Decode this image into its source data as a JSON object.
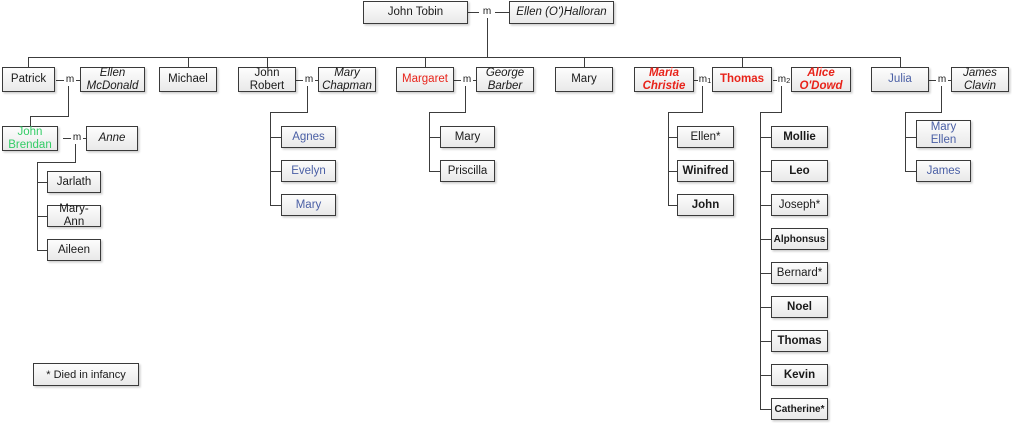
{
  "legend": {
    "text": "* Died in infancy"
  },
  "marriage_labels": {
    "m": "m",
    "m1": "m1",
    "m2": "m2"
  },
  "generation1": {
    "husband": {
      "name": "John Tobin",
      "style": "plain"
    },
    "wife": {
      "name": "Ellen (O')Halloran",
      "style": "italic"
    }
  },
  "generation2": [
    {
      "name": "Patrick",
      "style": "plain"
    },
    {
      "name": "Ellen\nMcDonald",
      "style": "italic"
    },
    {
      "name": "Michael",
      "style": "plain"
    },
    {
      "name": "John\nRobert",
      "style": "plain"
    },
    {
      "name": "Mary\nChapman",
      "style": "italic"
    },
    {
      "name": "Margaret",
      "style": "red"
    },
    {
      "name": "George\nBarber",
      "style": "italic"
    },
    {
      "name": "Mary",
      "style": "plain"
    },
    {
      "name": "Maria\nChristie",
      "style": "red-bold-italic"
    },
    {
      "name": "Thomas",
      "style": "red-bold"
    },
    {
      "name": "Alice\nO'Dowd",
      "style": "red-bold-italic"
    },
    {
      "name": "Julia",
      "style": "blue"
    },
    {
      "name": "James\nClavin",
      "style": "italic"
    }
  ],
  "patrick_line": {
    "child": {
      "name": "John\nBrendan",
      "style": "green"
    },
    "child_spouse": {
      "name": "Anne",
      "style": "italic"
    },
    "grandchildren": [
      {
        "name": "Jarlath",
        "style": "plain"
      },
      {
        "name": "Mary-Ann",
        "style": "plain"
      },
      {
        "name": "Aileen",
        "style": "plain"
      }
    ]
  },
  "john_robert_children": [
    {
      "name": "Agnes",
      "style": "blue"
    },
    {
      "name": "Evelyn",
      "style": "blue"
    },
    {
      "name": "Mary",
      "style": "blue"
    }
  ],
  "margaret_children": [
    {
      "name": "Mary",
      "style": "plain"
    },
    {
      "name": "Priscilla",
      "style": "plain"
    }
  ],
  "maria_christie_children": [
    {
      "name": "Ellen*",
      "style": "plain"
    },
    {
      "name": "Winifred",
      "style": "bold"
    },
    {
      "name": "John",
      "style": "bold"
    }
  ],
  "alice_odowd_children": [
    {
      "name": "Mollie",
      "style": "bold"
    },
    {
      "name": "Leo",
      "style": "bold"
    },
    {
      "name": "Joseph*",
      "style": "plain"
    },
    {
      "name": "Alphonsus",
      "style": "bold"
    },
    {
      "name": "Bernard*",
      "style": "plain"
    },
    {
      "name": "Noel",
      "style": "bold"
    },
    {
      "name": "Thomas",
      "style": "bold"
    },
    {
      "name": "Kevin",
      "style": "bold"
    },
    {
      "name": "Catherine*",
      "style": "bold"
    }
  ],
  "julia_children": [
    {
      "name": "Mary\nEllen",
      "style": "blue"
    },
    {
      "name": "James",
      "style": "blue"
    }
  ],
  "colors": {
    "red": "#e8231a",
    "green": "#33cc66",
    "blue": "#4a5fa5",
    "line": "#3c3c3c",
    "box_border": "#3a3a3a",
    "box_fill": "#f2f2f2"
  }
}
